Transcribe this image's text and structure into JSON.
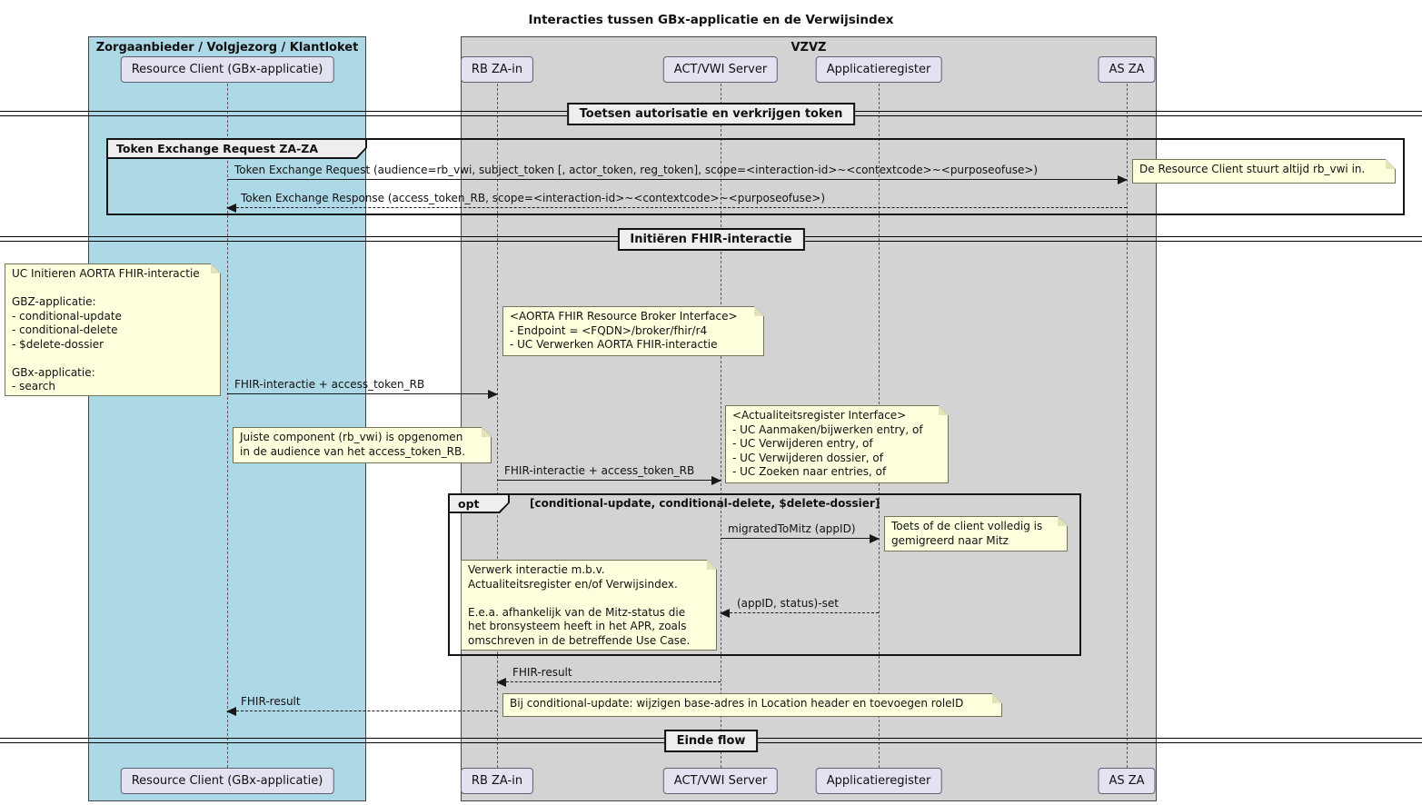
{
  "title": "Interacties tussen GBx-applicatie en de Verwijsindex",
  "boxes": {
    "zorgaanbieder": {
      "label": "Zorgaanbieder / Volgjezorg / Klantloket",
      "color": "#ADD8E6"
    },
    "vzvz": {
      "label": "VZVZ",
      "color": "#D3D3D3"
    }
  },
  "participants": {
    "resource_client": "Resource Client (GBx-applicatie)",
    "rb_za_in": "RB ZA-in",
    "act_vwi": "ACT/VWI Server",
    "applicatieregister": "Applicatieregister",
    "as_za": "AS ZA"
  },
  "dividers": {
    "toetsen": "Toetsen autorisatie en verkrijgen token",
    "initieren": "Initiëren FHIR-interactie",
    "einde": "Einde flow"
  },
  "frames": {
    "token_exchange": {
      "label": "Token Exchange Request ZA-ZA"
    },
    "opt": {
      "keyword": "opt",
      "guard": "[conditional-update, conditional-delete, $delete-dossier]"
    }
  },
  "messages": {
    "token_request": "Token Exchange Request (audience=rb_vwi, subject_token [, actor_token, reg_token], scope=<interaction-id>~<contextcode>~<purposeofuse>)",
    "token_response": "Token Exchange Response (access_token_RB, scope=<interaction-id>~<contextcode>~<purposeofuse>)",
    "fhir_interactie_1": "FHIR-interactie + access_token_RB",
    "fhir_interactie_2": "FHIR-interactie + access_token_RB",
    "migrated_to_mitz": "migratedToMitz (appID)",
    "appid_status_set": "(appID, status)-set",
    "fhir_result_1": "FHIR-result",
    "fhir_result_2": "FHIR-result"
  },
  "notes": {
    "rb_vwi_altijd": "De Resource Client stuurt altijd rb_vwi in.",
    "uc_initieren": "UC Initieren AORTA FHIR-interactie\n\nGBZ-applicatie:\n- conditional-update\n- conditional-delete\n- $delete-dossier\n\nGBx-applicatie:\n- search",
    "broker_interface": "<AORTA FHIR Resource Broker Interface>\n- Endpoint = <FQDN>/broker/fhir/r4\n- UC Verwerken AORTA FHIR-interactie",
    "juiste_component": "Juiste component (rb_vwi) is opgenomen\nin de audience van het access_token_RB.",
    "actualiteitsregister": "<Actualiteitsregister Interface>\n- UC Aanmaken/bijwerken entry, of\n- UC Verwijderen entry, of\n- UC Verwijderen dossier, of\n- UC Zoeken naar entries, of",
    "toets_mitz": "Toets of de client volledig is\ngemigreerd naar Mitz",
    "verwerk_interactie": "Verwerk interactie m.b.v.\nActualiteitsregister en/of Verwijsindex.\n\nE.e.a. afhankelijk van de Mitz-status die\nhet bronsysteem heeft in het APR, zoals\nomschreven in de betreffende Use Case.",
    "bij_conditional_update": "Bij conditional-update: wijzigen base-adres in Location header en toevoegen roleID"
  },
  "colors": {
    "note_fill": "#FEFFDD",
    "participant_fill": "#E2E2F0",
    "frame_header_fill": "#EEEEEE",
    "box_zorgaanbieder_fill": "#ADD8E6",
    "box_vzvz_fill": "#D3D3D3"
  }
}
